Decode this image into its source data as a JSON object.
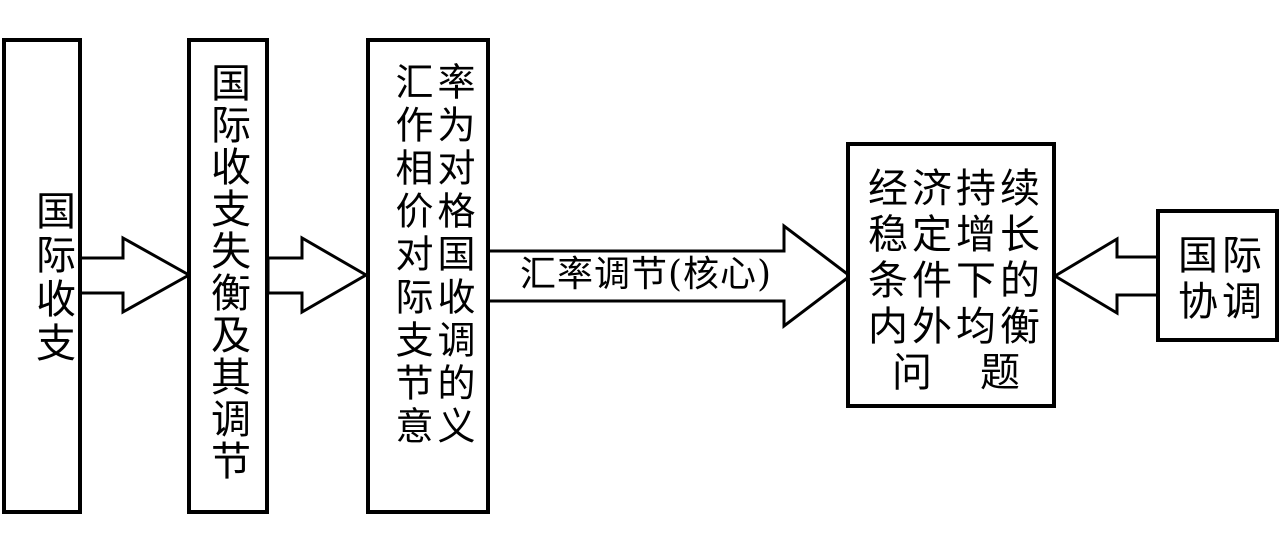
{
  "boxes": {
    "bop": "国际收支",
    "imbalance": "国际收支失衡及其调节",
    "exchange_rate_col1": "汇作相价对际支节意",
    "exchange_rate_col2": "率为对格国收调的义",
    "balance_lines": [
      "经济持续",
      "稳定增长",
      "条件下的",
      "内外均衡",
      "问　题"
    ],
    "coordination_lines": [
      "国际",
      "协调"
    ]
  },
  "arrows": {
    "main_label": "汇率调节(核心)"
  }
}
